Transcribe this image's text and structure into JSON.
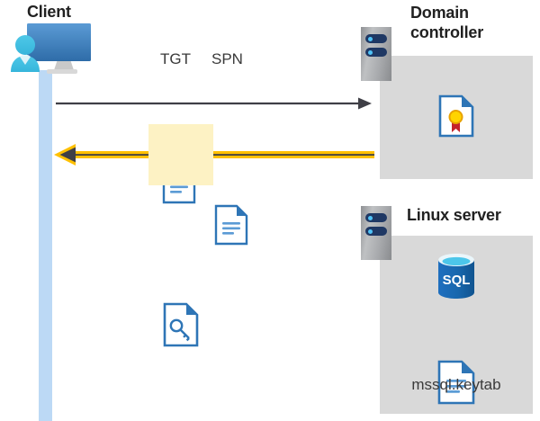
{
  "diagram": {
    "title_client": "Client",
    "title_domain_controller": "Domain\ncontroller",
    "title_domain_controller_line1": "Domain",
    "title_domain_controller_line2": "controller",
    "title_linux_server": "Linux server",
    "labels": {
      "tgt": "TGT",
      "spn": "SPN",
      "keytab_file": "mssql.keytab"
    },
    "icons": {
      "client": "user-monitor-icon",
      "domain_controller_rack": "server-rack-icon",
      "linux_server_rack": "server-rack-icon",
      "tgt_document": "document-icon",
      "spn_document": "document-icon",
      "key_document": "document-key-icon",
      "certificate_document": "document-certificate-icon",
      "sql_database": "sql-database-icon",
      "keytab_document": "document-icon"
    },
    "arrows": {
      "request": {
        "name": "request-arrow",
        "direction": "right",
        "color": "#3f3f46"
      },
      "response": {
        "name": "response-arrow",
        "direction": "left",
        "color": "#ffc000"
      }
    },
    "colors": {
      "accent_blue": "#2e75b6",
      "lifeline_blue": "#bcd9f5",
      "panel_gray": "#d9d9d9",
      "highlight_yellow": "#fdf2c4",
      "arrow_yellow": "#ffc000",
      "arrow_dark": "#3f3f46",
      "sql_blue": "#1d6cb5",
      "cert_gold": "#ffd400",
      "cert_red": "#c4232b",
      "rack_navy": "#1f3864",
      "rack_led": "#4fc3f7",
      "text_dark": "#212121"
    }
  }
}
